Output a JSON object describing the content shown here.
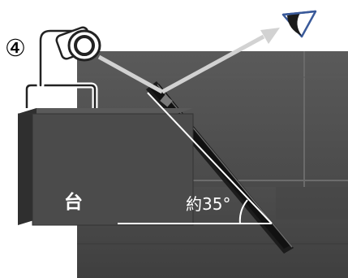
{
  "figure": {
    "step_marker": "④",
    "stand_label": "台",
    "angle_label": "約35°"
  },
  "colors": {
    "background_photo": "#5e5e5e",
    "stand_box_front": "#4b4b4b",
    "stand_box_side": "#2f2f2f",
    "camera_outline": "#ffffff",
    "sight_line": "#d2d2d2",
    "eye_color": "#1a1a1a",
    "eye_outline": "#3a5a9a",
    "label_text": "#ffffff"
  },
  "icons": {
    "camera": "document-camera-icon",
    "viewer": "eye-icon"
  }
}
